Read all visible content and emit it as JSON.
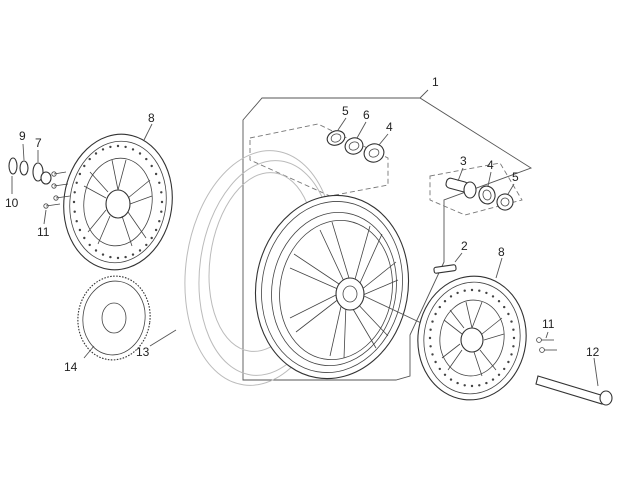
{
  "callouts": [
    {
      "id": "c1",
      "label": "1"
    },
    {
      "id": "c2",
      "label": "2"
    },
    {
      "id": "c3",
      "label": "3"
    },
    {
      "id": "c4a",
      "label": "4"
    },
    {
      "id": "c4b",
      "label": "4"
    },
    {
      "id": "c5a",
      "label": "5"
    },
    {
      "id": "c5b",
      "label": "5"
    },
    {
      "id": "c6",
      "label": "6"
    },
    {
      "id": "c7",
      "label": "7"
    },
    {
      "id": "c8a",
      "label": "8"
    },
    {
      "id": "c8b",
      "label": "8"
    },
    {
      "id": "c9",
      "label": "9"
    },
    {
      "id": "c10",
      "label": "10"
    },
    {
      "id": "c11a",
      "label": "11"
    },
    {
      "id": "c11b",
      "label": "11"
    },
    {
      "id": "c12",
      "label": "12"
    },
    {
      "id": "c13",
      "label": "13"
    },
    {
      "id": "c14",
      "label": "14"
    }
  ],
  "colors": {
    "line": "#333333",
    "ghost": "#bbbbbb",
    "background": "#ffffff"
  }
}
